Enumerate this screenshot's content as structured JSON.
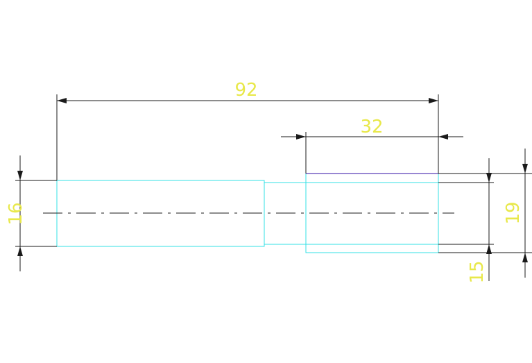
{
  "drawing": {
    "colors": {
      "background": "#ffffff",
      "outline": "#33e0e6",
      "dimension_line": "#1a1a1a",
      "dimension_text": "#e8e84a",
      "centerline": "#1a1a1a",
      "highlight_edge": "#5a3fb8"
    },
    "dimensions": {
      "overall_length": "92",
      "right_section_length": "32",
      "left_diameter": "16",
      "right_outer_diameter": "19",
      "right_inner_diameter": "15"
    }
  }
}
